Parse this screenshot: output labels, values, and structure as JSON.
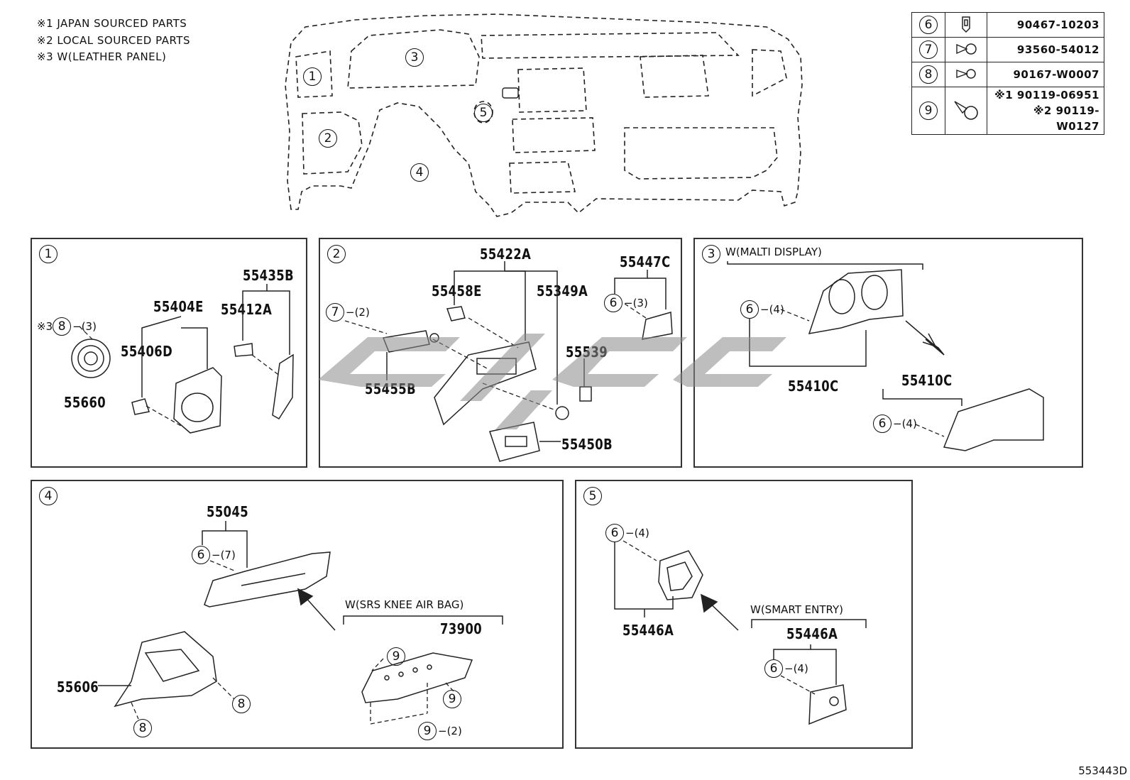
{
  "notes": [
    "※1 JAPAN SOURCED PARTS",
    "※2 LOCAL SOURCED PARTS",
    "※3 W(LEATHER PANEL)"
  ],
  "overview_labels": [
    "1",
    "2",
    "3",
    "4",
    "5"
  ],
  "fastener_table": [
    {
      "ref": "6",
      "icon": "clip-icon",
      "parts": [
        "90467-10203"
      ]
    },
    {
      "ref": "7",
      "icon": "screw-icon",
      "parts": [
        "93560-54012"
      ]
    },
    {
      "ref": "8",
      "icon": "screw-icon",
      "parts": [
        "90167-W0007"
      ]
    },
    {
      "ref": "9",
      "icon": "bolt-icon",
      "parts": [
        "※1 90119-06951",
        "※2 90119-W0127"
      ]
    }
  ],
  "panels": {
    "p1": {
      "num": "1",
      "parts": [
        "55435B",
        "55404E",
        "55412A",
        "55406D",
        "55660"
      ],
      "callout_prefix": "※3",
      "callout_ref": "8",
      "callout_qty": "−(3)"
    },
    "p2": {
      "num": "2",
      "parts": [
        "55422A",
        "55447C",
        "55458E",
        "55349A",
        "55539",
        "55455B",
        "55450B"
      ],
      "callouts": [
        {
          "ref": "7",
          "qty": "−(2)"
        },
        {
          "ref": "6",
          "qty": "−(3)"
        }
      ]
    },
    "p3": {
      "num": "3",
      "condition": "W(MALTI DISPLAY)",
      "parts": [
        "55410C",
        "55410C"
      ],
      "callouts": [
        {
          "ref": "6",
          "qty": "−(4)"
        },
        {
          "ref": "6",
          "qty": "−(4)"
        }
      ]
    },
    "p4": {
      "num": "4",
      "condition": "W(SRS KNEE AIR BAG)",
      "parts": [
        "55045",
        "73900",
        "55606"
      ],
      "callouts": [
        {
          "ref": "6",
          "qty": "−(7)"
        },
        {
          "ref": "9",
          "qty": ""
        },
        {
          "ref": "9",
          "qty": ""
        },
        {
          "ref": "9",
          "qty": "−(2)"
        },
        {
          "ref": "8",
          "qty": ""
        },
        {
          "ref": "8",
          "qty": ""
        }
      ]
    },
    "p5": {
      "num": "5",
      "condition": "W(SMART ENTRY)",
      "parts": [
        "55446A",
        "55446A"
      ],
      "callouts": [
        {
          "ref": "6",
          "qty": "−(4)"
        },
        {
          "ref": "6",
          "qty": "−(4)"
        }
      ]
    }
  },
  "doc_id": "553443D"
}
